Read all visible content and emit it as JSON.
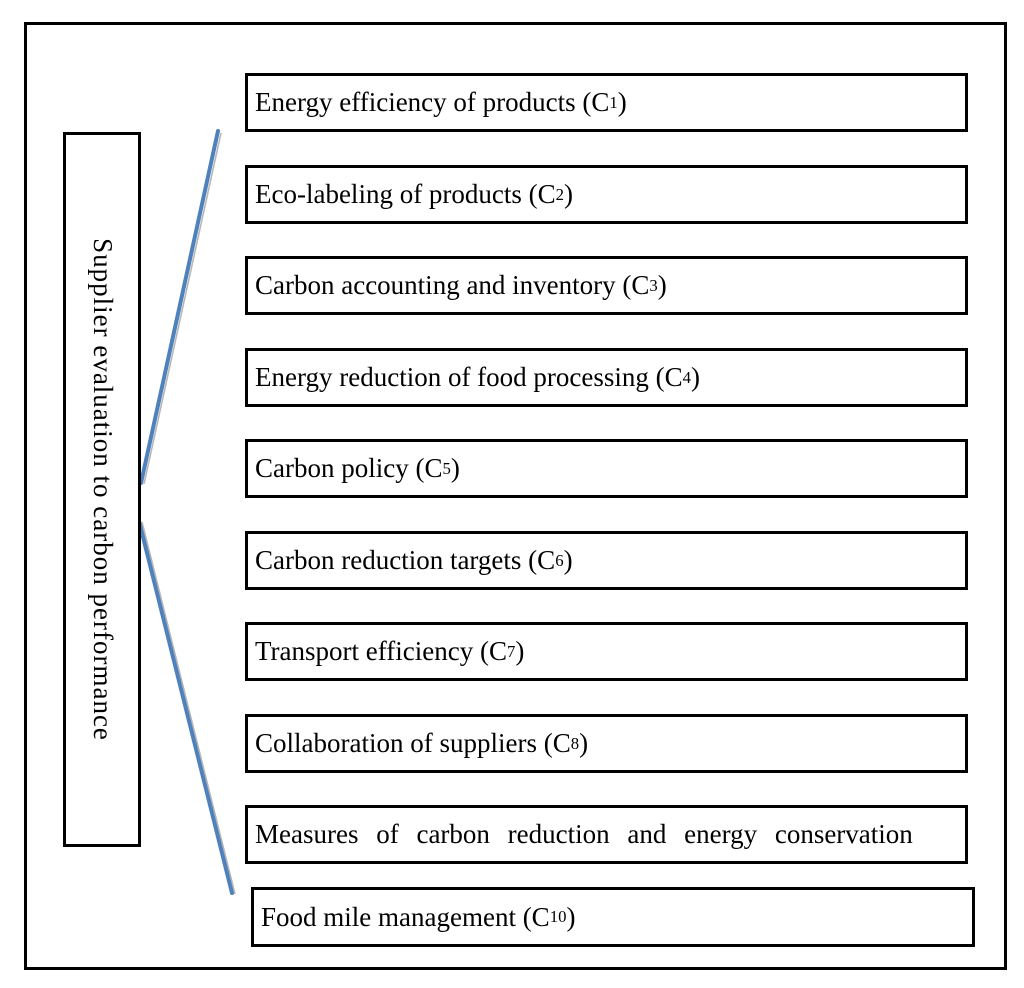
{
  "figure": {
    "root_label": "Supplier evaluation to carbon performance"
  },
  "criteria": [
    {
      "pre": "Energy efficiency of products (C",
      "sub": "1",
      "post": ")"
    },
    {
      "pre": "Eco-labeling of products (C",
      "sub": "2",
      "post": ")"
    },
    {
      "pre": "Carbon accounting and inventory (C",
      "sub": "3",
      "post": ")"
    },
    {
      "pre": "Energy reduction of food processing (C",
      "sub": "4",
      "post": ")"
    },
    {
      "pre": "Carbon policy (C",
      "sub": "5",
      "post": ")"
    },
    {
      "pre": "Carbon reduction targets (C",
      "sub": "6",
      "post": ")"
    },
    {
      "pre": "Transport efficiency (C",
      "sub": "7",
      "post": ")"
    },
    {
      "pre": "Collaboration of suppliers (C",
      "sub": "8",
      "post": ")"
    },
    {
      "pre": "Measures of carbon reduction and energy conservation",
      "sub": "",
      "post": ""
    },
    {
      "pre": "Food mile management (C",
      "sub": "10",
      "post": ")"
    }
  ],
  "colors": {
    "connector_blue": "#4f81bd",
    "connector_shadow": "#9a9a9a",
    "border_black": "#000000"
  }
}
